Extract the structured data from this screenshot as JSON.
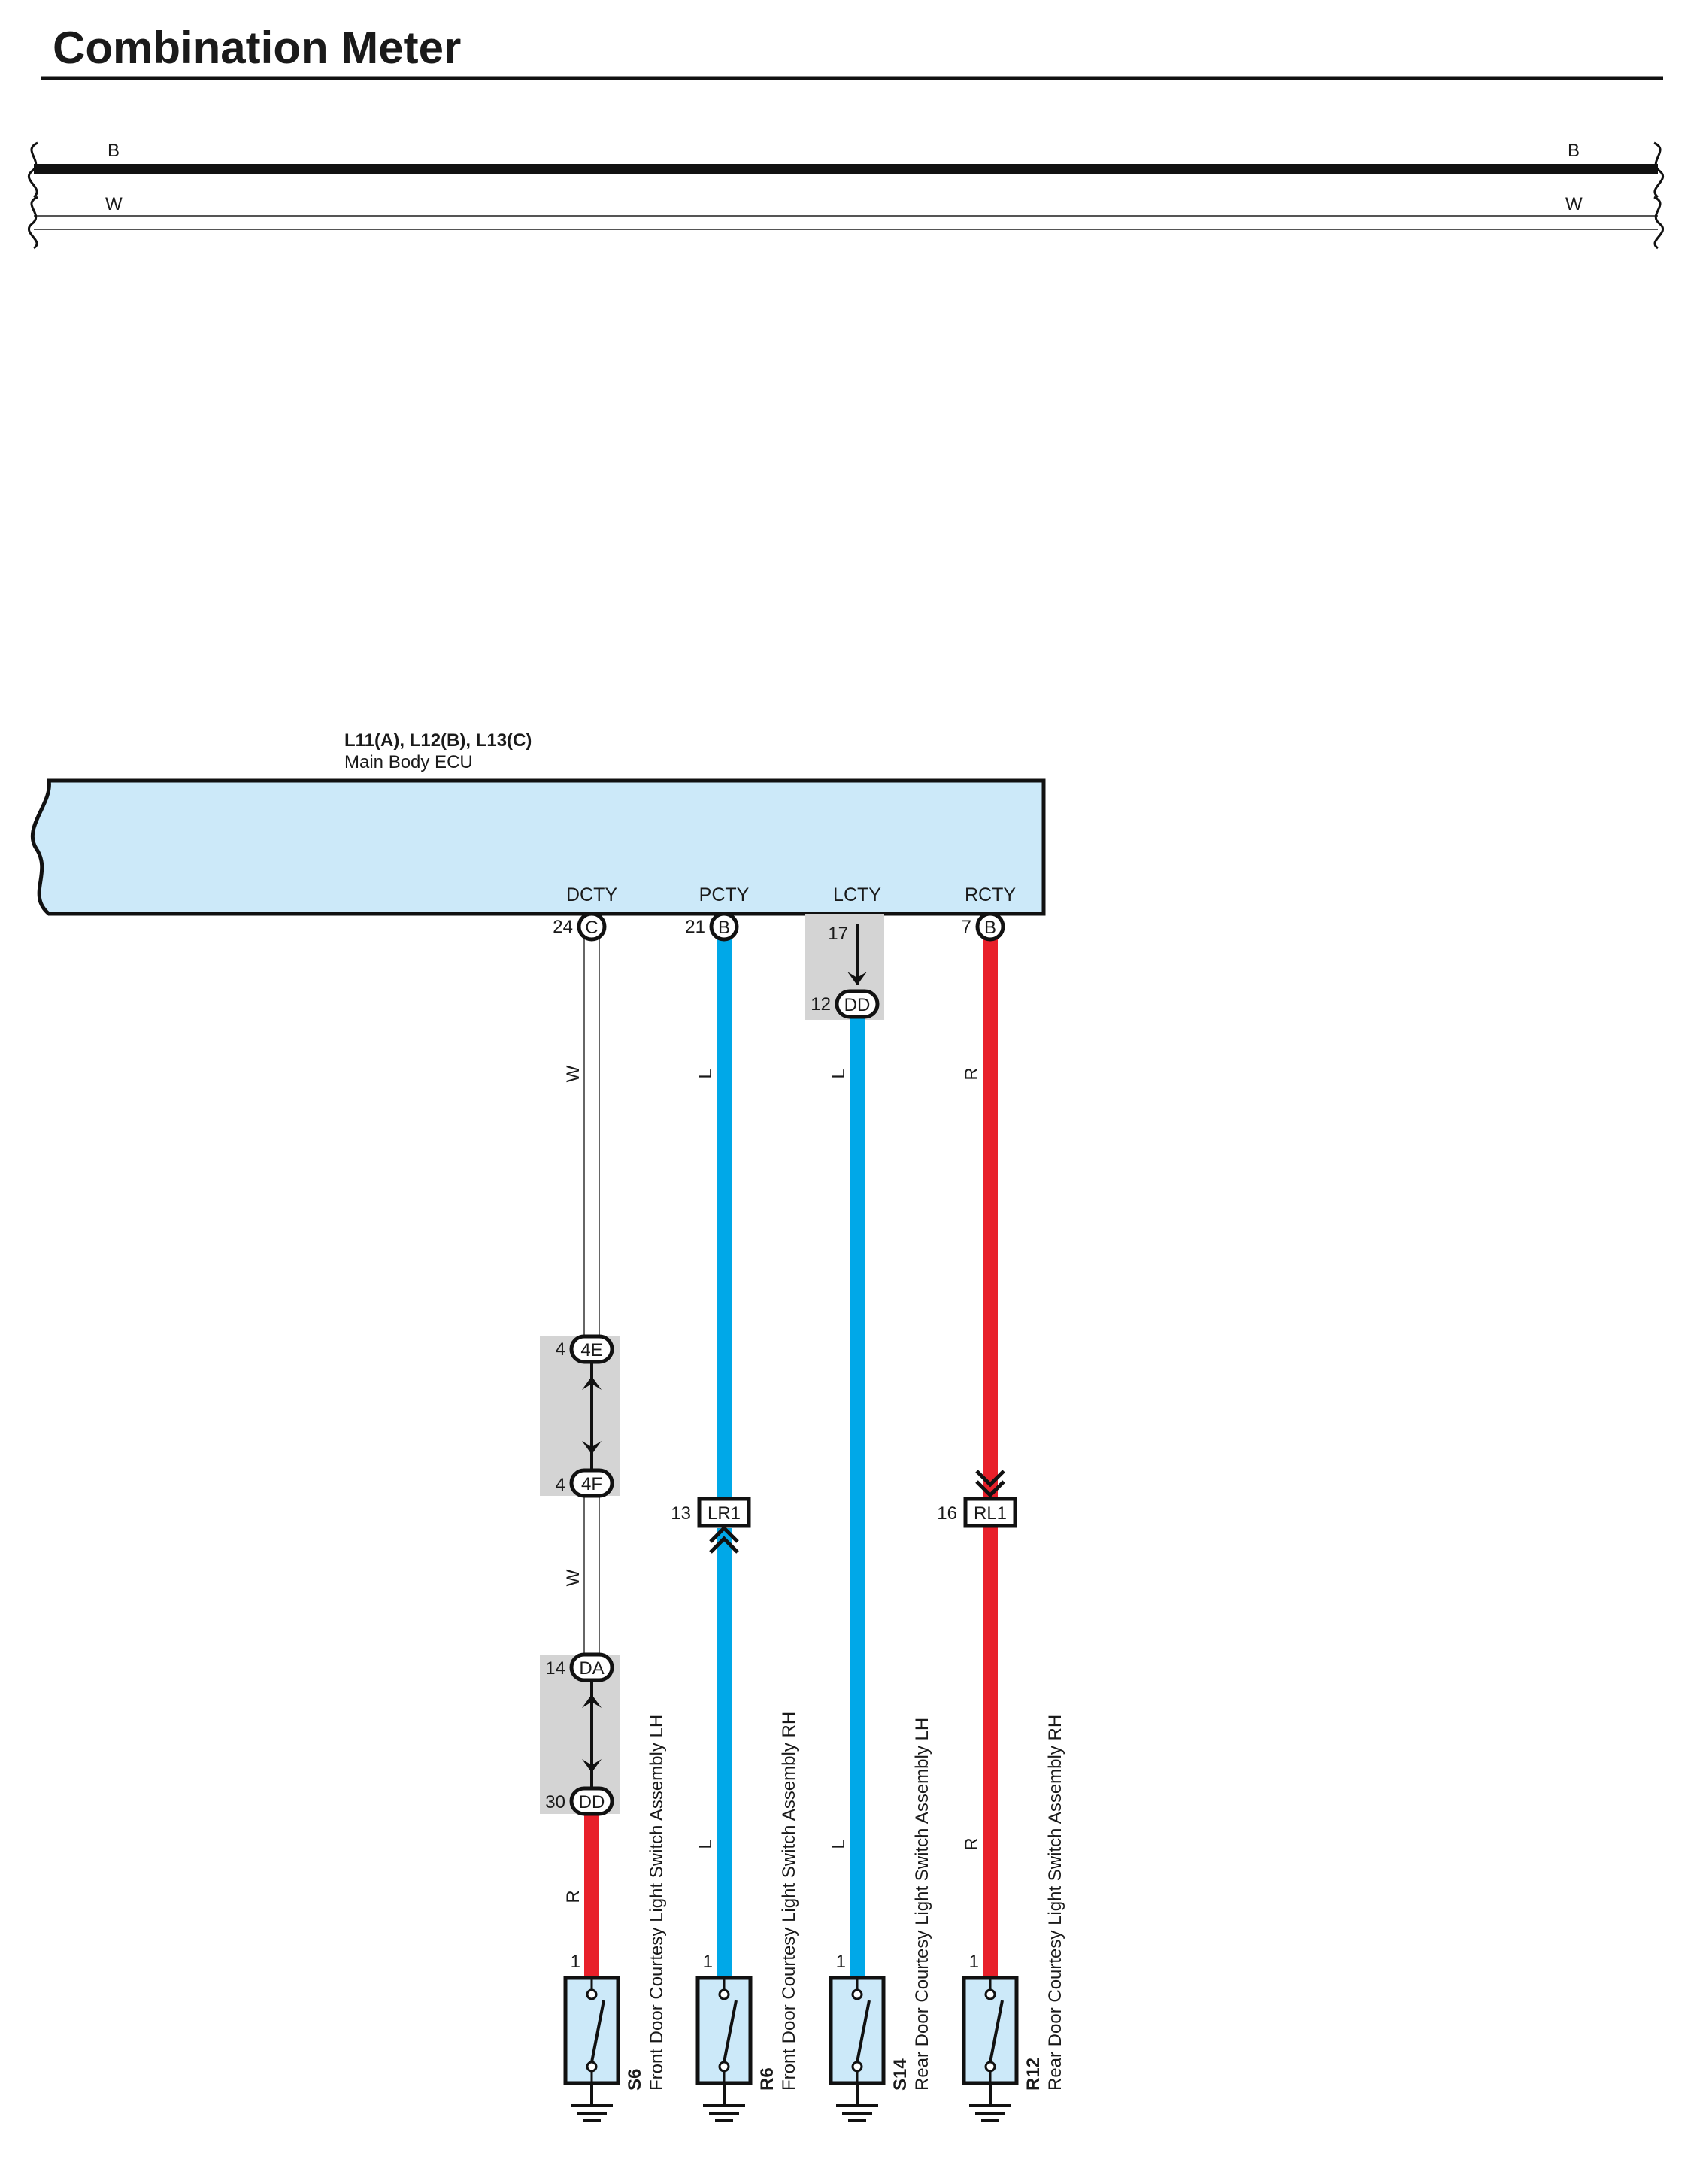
{
  "title": "Combination Meter",
  "bus": {
    "left": [
      {
        "label": "B",
        "color": "#111111"
      },
      {
        "label": "W",
        "color": "#ffffff"
      }
    ],
    "right": [
      {
        "label": "B"
      },
      {
        "label": "W"
      }
    ]
  },
  "ecu": {
    "codes": "L11(A), L12(B), L13(C)",
    "name": "Main Body ECU",
    "fill": "#cce9f9"
  },
  "terminals": [
    {
      "name": "DCTY",
      "pin": "24",
      "conn": "C"
    },
    {
      "name": "PCTY",
      "pin": "21",
      "conn": "B"
    },
    {
      "name": "LCTY",
      "pin": "17"
    },
    {
      "name": "RCTY",
      "pin": "7",
      "conn": "B"
    }
  ],
  "connectors": {
    "lcty_dd": {
      "pin": "12",
      "code": "DD"
    },
    "j4e": {
      "pin": "4",
      "code": "4E"
    },
    "j4f": {
      "pin": "4",
      "code": "4F"
    },
    "jda": {
      "pin": "14",
      "code": "DA"
    },
    "jdd": {
      "pin": "30",
      "code": "DD"
    },
    "lr1": {
      "pin": "13",
      "code": "LR1"
    },
    "rl1": {
      "pin": "16",
      "code": "RL1"
    }
  },
  "wire_colors": {
    "W": "#ffffff",
    "L": "#00a8e8",
    "R": "#e8202a",
    "B": "#111111"
  },
  "wires": [
    {
      "circuit": "DCTY",
      "segments": [
        "W",
        "W",
        "R"
      ]
    },
    {
      "circuit": "PCTY",
      "segments": [
        "L",
        "L"
      ]
    },
    {
      "circuit": "LCTY",
      "segments": [
        "L",
        "L"
      ]
    },
    {
      "circuit": "RCTY",
      "segments": [
        "R",
        "R"
      ]
    }
  ],
  "switches": [
    {
      "code": "S6",
      "name": "Front Door Courtesy Light Switch Assembly LH",
      "pin": "1"
    },
    {
      "code": "R6",
      "name": "Front Door Courtesy Light Switch Assembly RH",
      "pin": "1"
    },
    {
      "code": "S14",
      "name": "Rear Door Courtesy Light Switch Assembly LH",
      "pin": "1"
    },
    {
      "code": "R12",
      "name": "Rear Door Courtesy Light Switch Assembly RH",
      "pin": "1"
    }
  ]
}
